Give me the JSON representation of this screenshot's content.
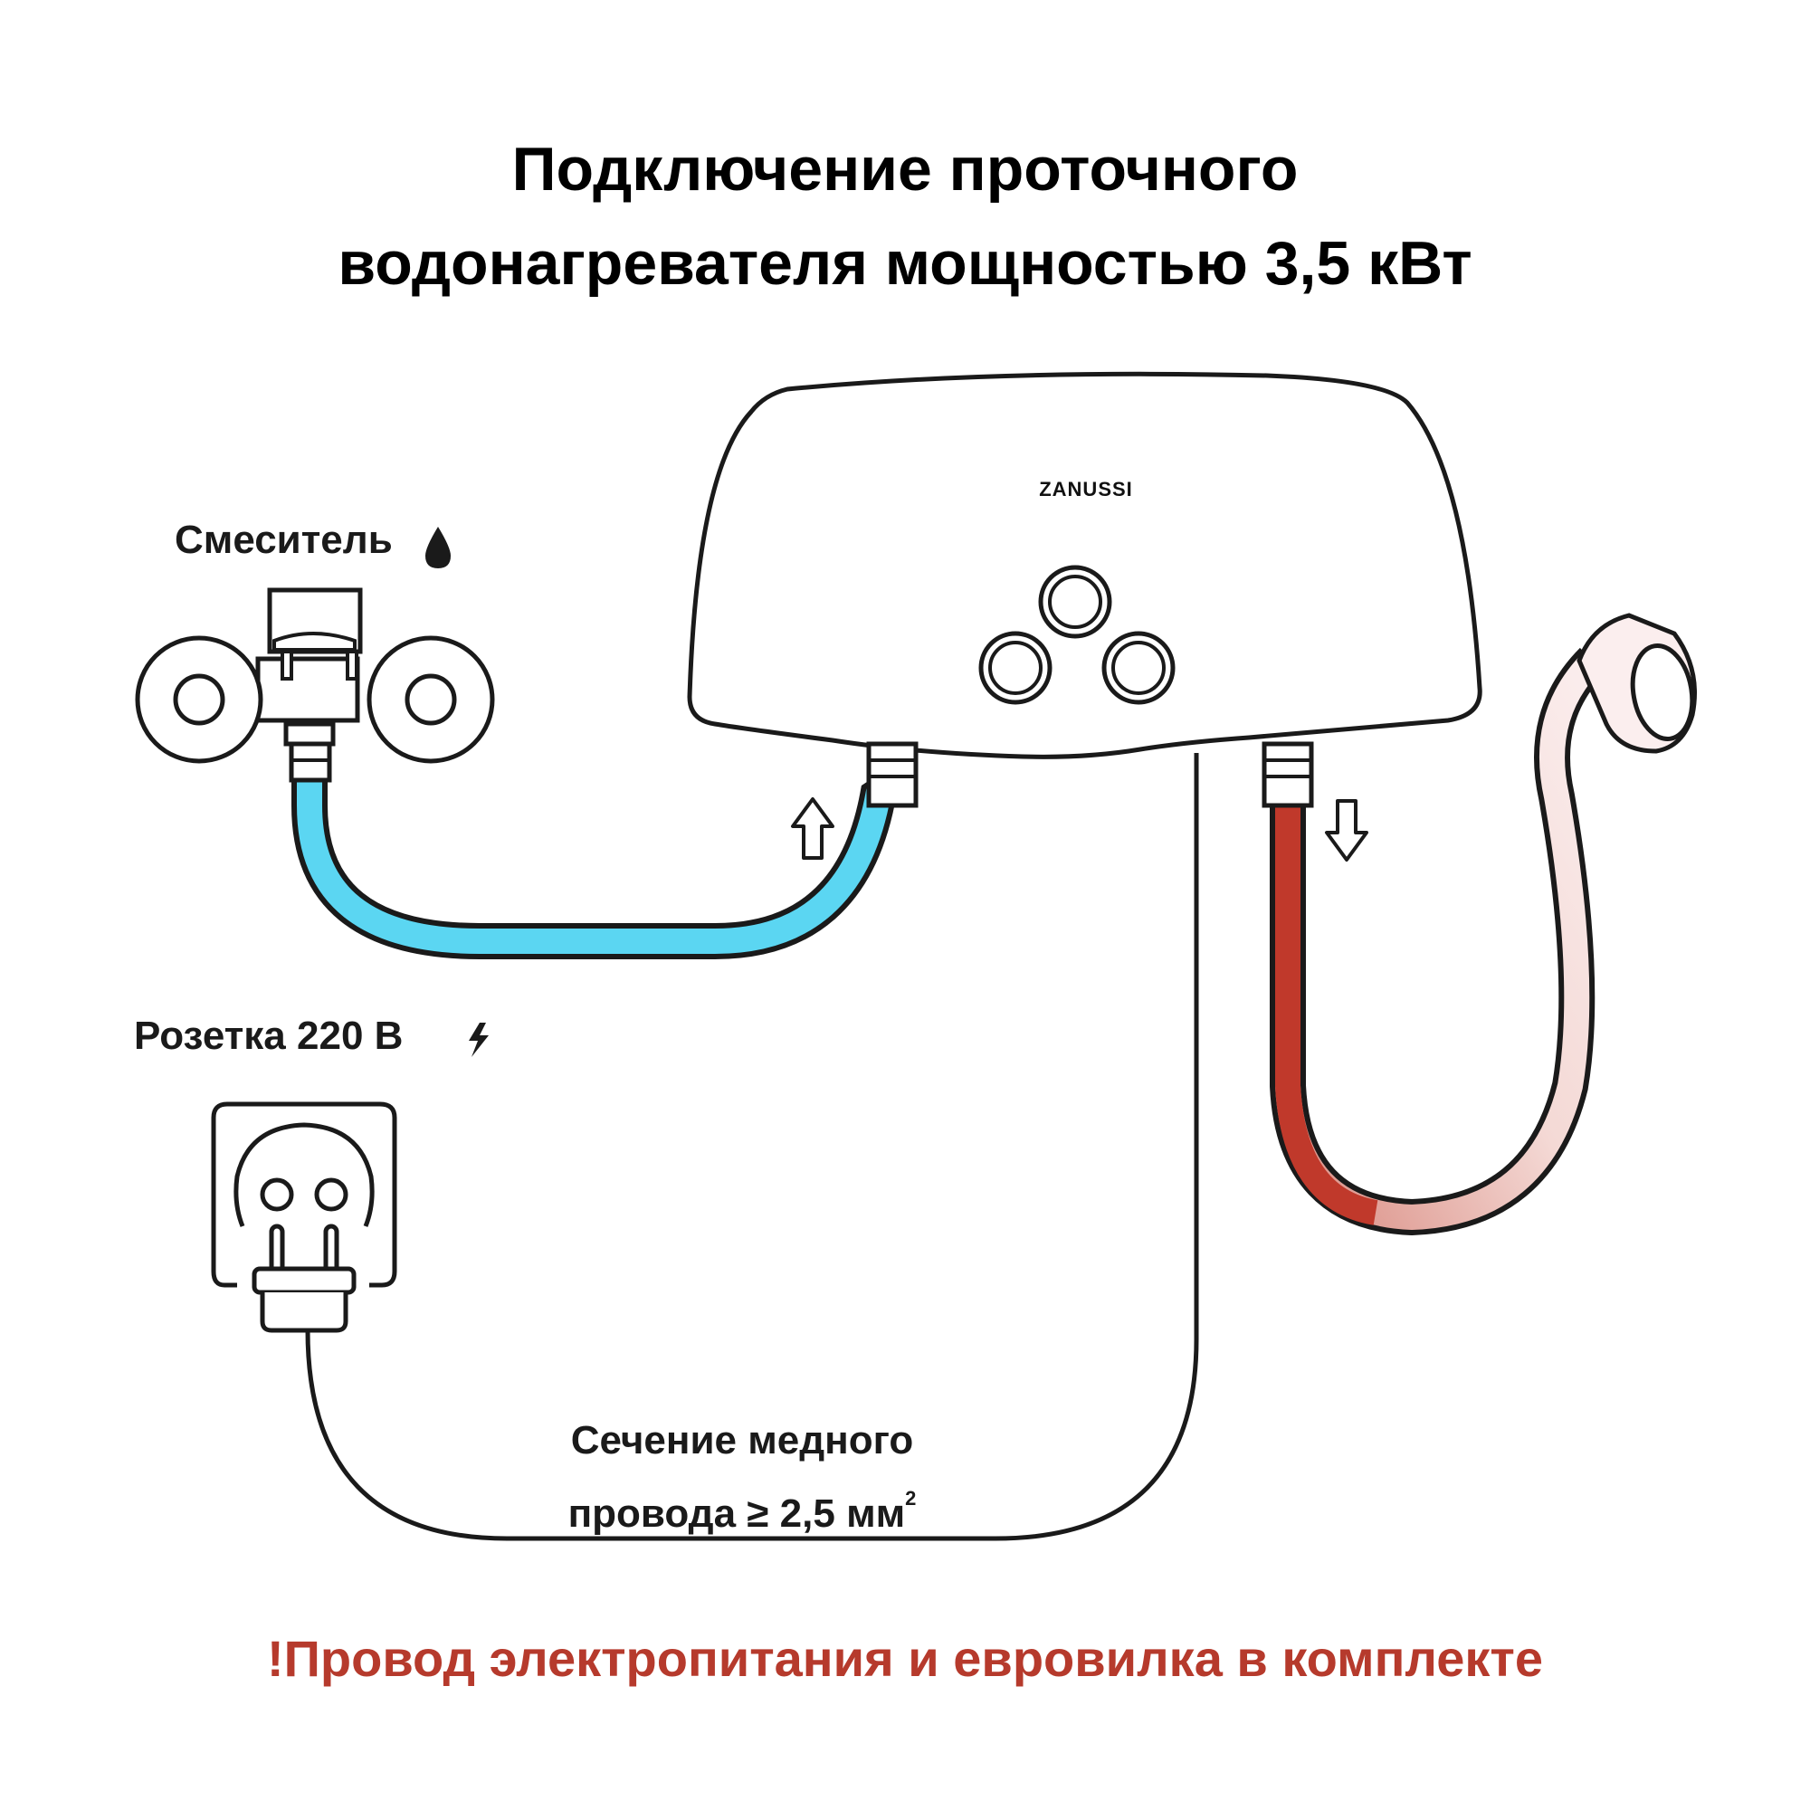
{
  "title": {
    "line1": "Подключение проточного",
    "line2": "водонагревателя мощностью 3,5 кВт"
  },
  "heater": {
    "brand": "ZANUSSI"
  },
  "labels": {
    "mixer": "Смеситель",
    "socket": "Розетка 220 В",
    "wire_line1": "Сечение медного",
    "wire_line2_prefix": "провода ≥ 2,5 мм",
    "wire_line2_sup": "2"
  },
  "note": "!Провод электропитания и евровилка в комплекте",
  "colors": {
    "cold_hose": "#5bd6f2",
    "hot_hose": "#c0392b",
    "shower_hose": "#f3d4d0",
    "note_text": "#b63a2c",
    "outline": "#1a1a1a"
  },
  "icons": [
    "drop-icon",
    "lightning-icon",
    "arrow-up-icon",
    "arrow-down-icon"
  ]
}
